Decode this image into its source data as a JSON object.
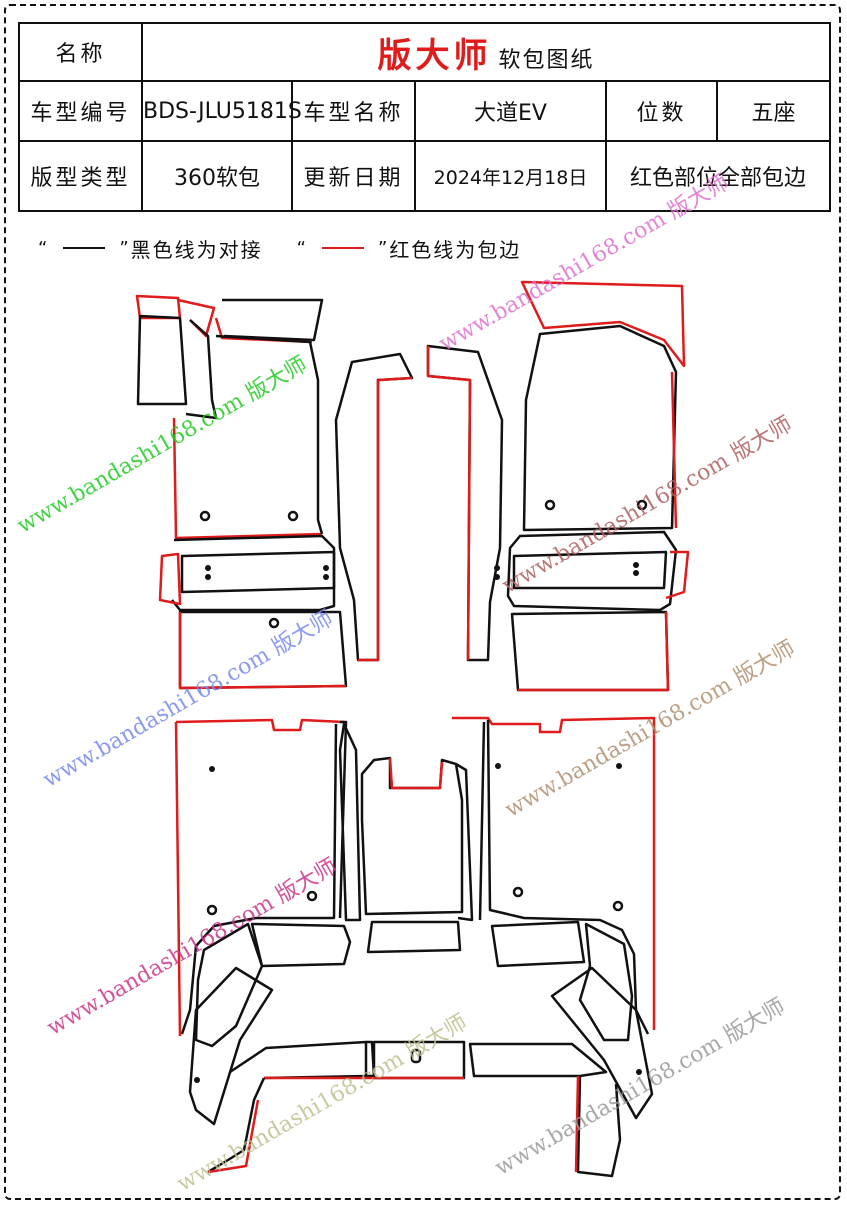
{
  "header": {
    "name_label": "名称",
    "brand": "版大师",
    "brand_sub": "软包图纸",
    "model_code_label": "车型编号",
    "model_code": "BDS-JLU5181S",
    "model_name_label": "车型名称",
    "model_name": "大道EV",
    "seats_label": "位数",
    "seats": "五座",
    "pattern_type_label": "版型类型",
    "pattern_type": "360软包",
    "update_label": "更新日期",
    "update_date": "2024年12月18日",
    "red_part_label": "红色部位全部包边"
  },
  "legend": {
    "open_quote": "“",
    "close_quote": "”",
    "black_text": "黑色线为对接",
    "red_text": "红色线为包边",
    "black_color": "#111111",
    "red_color": "#e01b1b"
  },
  "watermarks": [
    {
      "text": "www.bandashi168.com 版大师",
      "color": "#22cc22"
    },
    {
      "text": "www.bandashi168.com 版大师",
      "color": "#e06fd0"
    },
    {
      "text": "www.bandashi168.com 版大师",
      "color": "#b06060"
    },
    {
      "text": "www.bandashi168.com 版大师",
      "color": "#7788ee"
    },
    {
      "text": "www.bandashi168.com 版大师",
      "color": "#b09070"
    },
    {
      "text": "www.bandashi168.com 版大师",
      "color": "#cc3388"
    },
    {
      "text": "www.bandashi168.com 版大师",
      "color": "#c0c090"
    },
    {
      "text": "www.bandashi168.com 版大师",
      "color": "#999999"
    }
  ]
}
